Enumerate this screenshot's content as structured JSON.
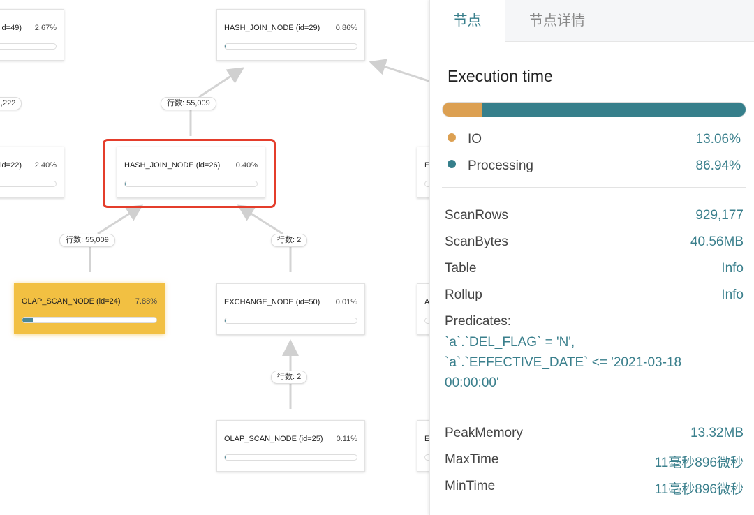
{
  "graph": {
    "nodes": [
      {
        "label": "d=49)",
        "percent": "2.67%",
        "progress": 2.67
      },
      {
        "label": "HASH_JOIN_NODE (id=29)",
        "percent": "0.86%",
        "progress": 0.86
      },
      {
        "label": "(id=22)",
        "percent": "2.40%",
        "progress": 2.4
      },
      {
        "label": "HASH_JOIN_NODE (id=26)",
        "percent": "0.40%",
        "progress": 0.4,
        "selected": true
      },
      {
        "label": "OLAP_SCAN_NODE (id=24)",
        "percent": "7.88%",
        "progress": 7.88,
        "highlighted": true
      },
      {
        "label": "EXCHANGE_NODE (id=50)",
        "percent": "0.01%",
        "progress": 0.01
      },
      {
        "label": "OLAP_SCAN_NODE (id=25)",
        "percent": "0.11%",
        "progress": 0.11
      },
      {
        "label": "E"
      },
      {
        "label": "A"
      },
      {
        "label": "E"
      }
    ],
    "edge_labels": [
      ",222",
      "行数: 55,009",
      "行数: 55,009",
      "行数: 2",
      "行数: 2"
    ]
  },
  "panel": {
    "tabs": [
      {
        "label": "节点",
        "active": true
      },
      {
        "label": "节点详情",
        "active": false
      }
    ],
    "title": "Execution time",
    "breakdown": [
      {
        "label": "IO",
        "value": "13.06%",
        "percent": 13.06,
        "color": "#dca052"
      },
      {
        "label": "Processing",
        "value": "86.94%",
        "percent": 86.94,
        "color": "#367f8b"
      }
    ],
    "stats": [
      {
        "label": "ScanRows",
        "value": "929,177"
      },
      {
        "label": "ScanBytes",
        "value": "40.56MB"
      },
      {
        "label": "Table",
        "value": "Info"
      },
      {
        "label": "Rollup",
        "value": "Info"
      }
    ],
    "predicates_label": "Predicates:",
    "predicates_lines": [
      "`a`.`DEL_FLAG` = 'N',",
      "`a`.`EFFECTIVE_DATE` <= '2021-03-18",
      "00:00:00'"
    ],
    "stats2": [
      {
        "label": "PeakMemory",
        "value": "13.32MB"
      },
      {
        "label": "MaxTime",
        "value": "11毫秒896微秒"
      },
      {
        "label": "MinTime",
        "value": "11毫秒896微秒"
      }
    ]
  },
  "colors": {
    "accent": "#3a7f8c",
    "highlight": "#f2c042",
    "selection": "#e43d2b"
  }
}
